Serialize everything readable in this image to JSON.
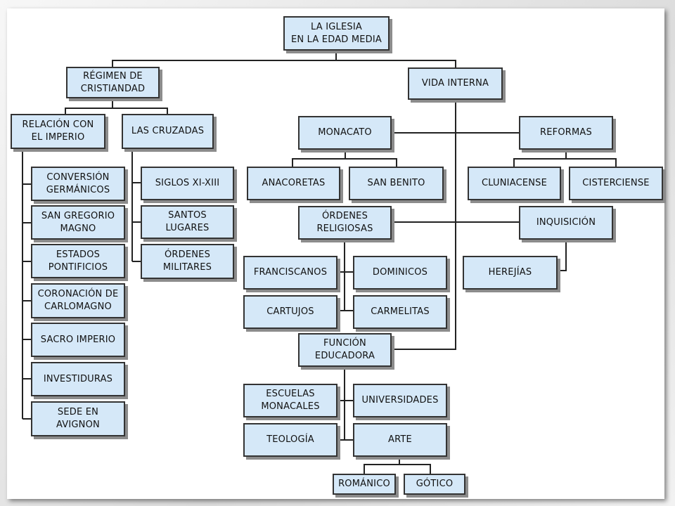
{
  "diagram": {
    "root": "LA IGLESIA\nEN LA EDAD MEDIA",
    "regimen": "RÉGIMEN DE\nCRISTIANDAD",
    "vida_interna": "VIDA INTERNA",
    "relacion_imperio": "RELACIÓN CON\nEL IMPERIO",
    "cruzadas": "LAS CRUZADAS",
    "imperio_items": [
      "CONVERSIÓN\nGERMÁNICOS",
      "SAN GREGORIO\nMAGNO",
      "ESTADOS\nPONTIFICIOS",
      "CORONACIÓN DE\nCARLOMAGNO",
      "SACRO IMPERIO",
      "INVESTIDURAS",
      "SEDE EN\nAVIGNON"
    ],
    "cruzadas_items": [
      "SIGLOS XI-XIII",
      "SANTOS\nLUGARES",
      "ÓRDENES\nMILITARES"
    ],
    "monacato": "MONACATO",
    "reformas": "REFORMAS",
    "anacoretas": "ANACORETAS",
    "san_benito": "SAN BENITO",
    "cluniacense": "CLUNIACENSE",
    "cisterciense": "CISTERCIENSE",
    "ordenes_religiosas": "ÓRDENES\nRELIGIOSAS",
    "inquisicion": "INQUISICIÓN",
    "herejias": "HEREJÍAS",
    "franciscanos": "FRANCISCANOS",
    "dominicos": "DOMINICOS",
    "cartujos": "CARTUJOS",
    "carmelitas": "CARMELITAS",
    "funcion_educadora": "FUNCIÓN\nEDUCADORA",
    "escuelas_monacales": "ESCUELAS\nMONACALES",
    "universidades": "UNIVERSIDADES",
    "teologia": "TEOLOGÍA",
    "arte": "ARTE",
    "romanico": "ROMÁNICO",
    "gotico": "GÓTICO"
  },
  "colors": {
    "box_fill": "#d5e8f8",
    "box_border": "#333333",
    "shadow": "#8c8c8c",
    "connector": "#222222"
  }
}
